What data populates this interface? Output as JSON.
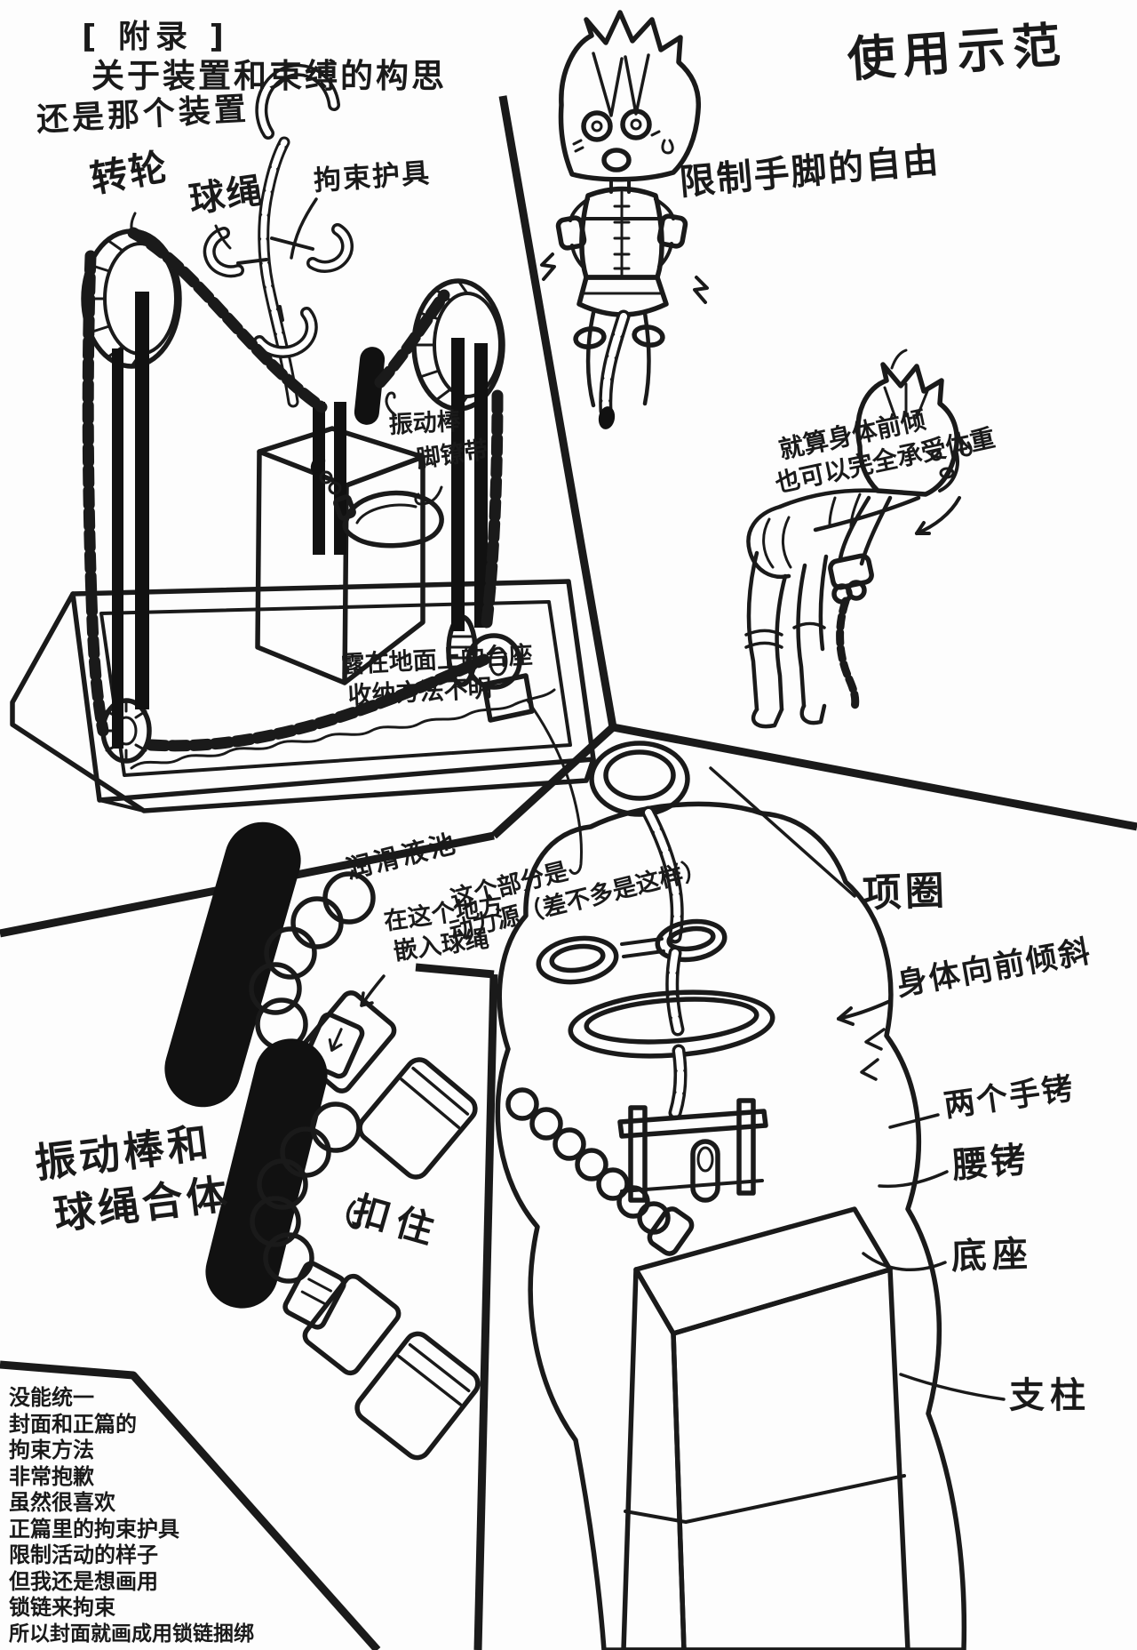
{
  "colors": {
    "ink": "#1a1a1a",
    "paper": "#fdfdfd",
    "halftone_gray": "#8f8f8f"
  },
  "appendix": {
    "title_bracket": "[ 附录 ]",
    "title": "关于装置和束缚的构思",
    "subtitle": "还是那个装置"
  },
  "device_panel": {
    "labels": {
      "wheel": "转轮",
      "ball_rope": "球绳",
      "restraint_gear": "拘束护具",
      "vibrator": "振动棒",
      "ankle_strap": "脚镣带",
      "pedestal_line1": "露在地面上的台座",
      "pedestal_line2": "收纳方法不明",
      "lube_pool": "润滑液池",
      "power_line1": "这个部分是",
      "power_line2": "动力源（差不多是这样）"
    }
  },
  "demo_panel": {
    "title": "使用示范",
    "caption1": "限制手脚的自由",
    "caption2_line1": "就算身体前倾",
    "caption2_line2": "也可以完全承受体重"
  },
  "harness_panel": {
    "labels": {
      "collar": "项圈",
      "lean": "身体向前倾斜",
      "handcuffs": "两个手铐",
      "waist_cuff": "腰铐",
      "base": "底座",
      "pillar": "支柱"
    }
  },
  "closeup_panel": {
    "title_line1": "振动棒和",
    "title_line2": "球绳合体",
    "note_line1": "在这个地方",
    "note_line2": "嵌入球绳",
    "clasp": "扣住"
  },
  "afterword": {
    "lines": [
      "没能统一",
      "封面和正篇的",
      "拘束方法",
      "非常抱歉",
      "虽然很喜欢",
      "正篇里的拘束护具",
      "限制活动的样子",
      "但我还是想画用",
      "锁链来拘束",
      "所以封面就画成用锁链捆绑"
    ]
  }
}
